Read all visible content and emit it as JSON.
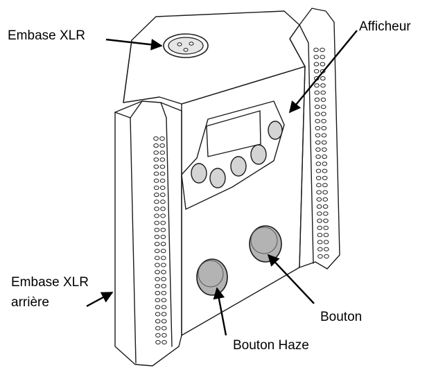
{
  "labels": {
    "embase_xlr": "Embase XLR",
    "afficheur": "Afficheur",
    "embase_xlr_arriere_line1": "Embase XLR",
    "embase_xlr_arriere_line2": "arrière",
    "bouton": "Bouton",
    "bouton_haze": "Bouton Haze"
  },
  "colors": {
    "outline": "#1a1a1a",
    "panel_fill": "#d4d4d4",
    "button_fill": "#b3b3b3",
    "body_fill": "#ffffff",
    "text": "#000000"
  }
}
